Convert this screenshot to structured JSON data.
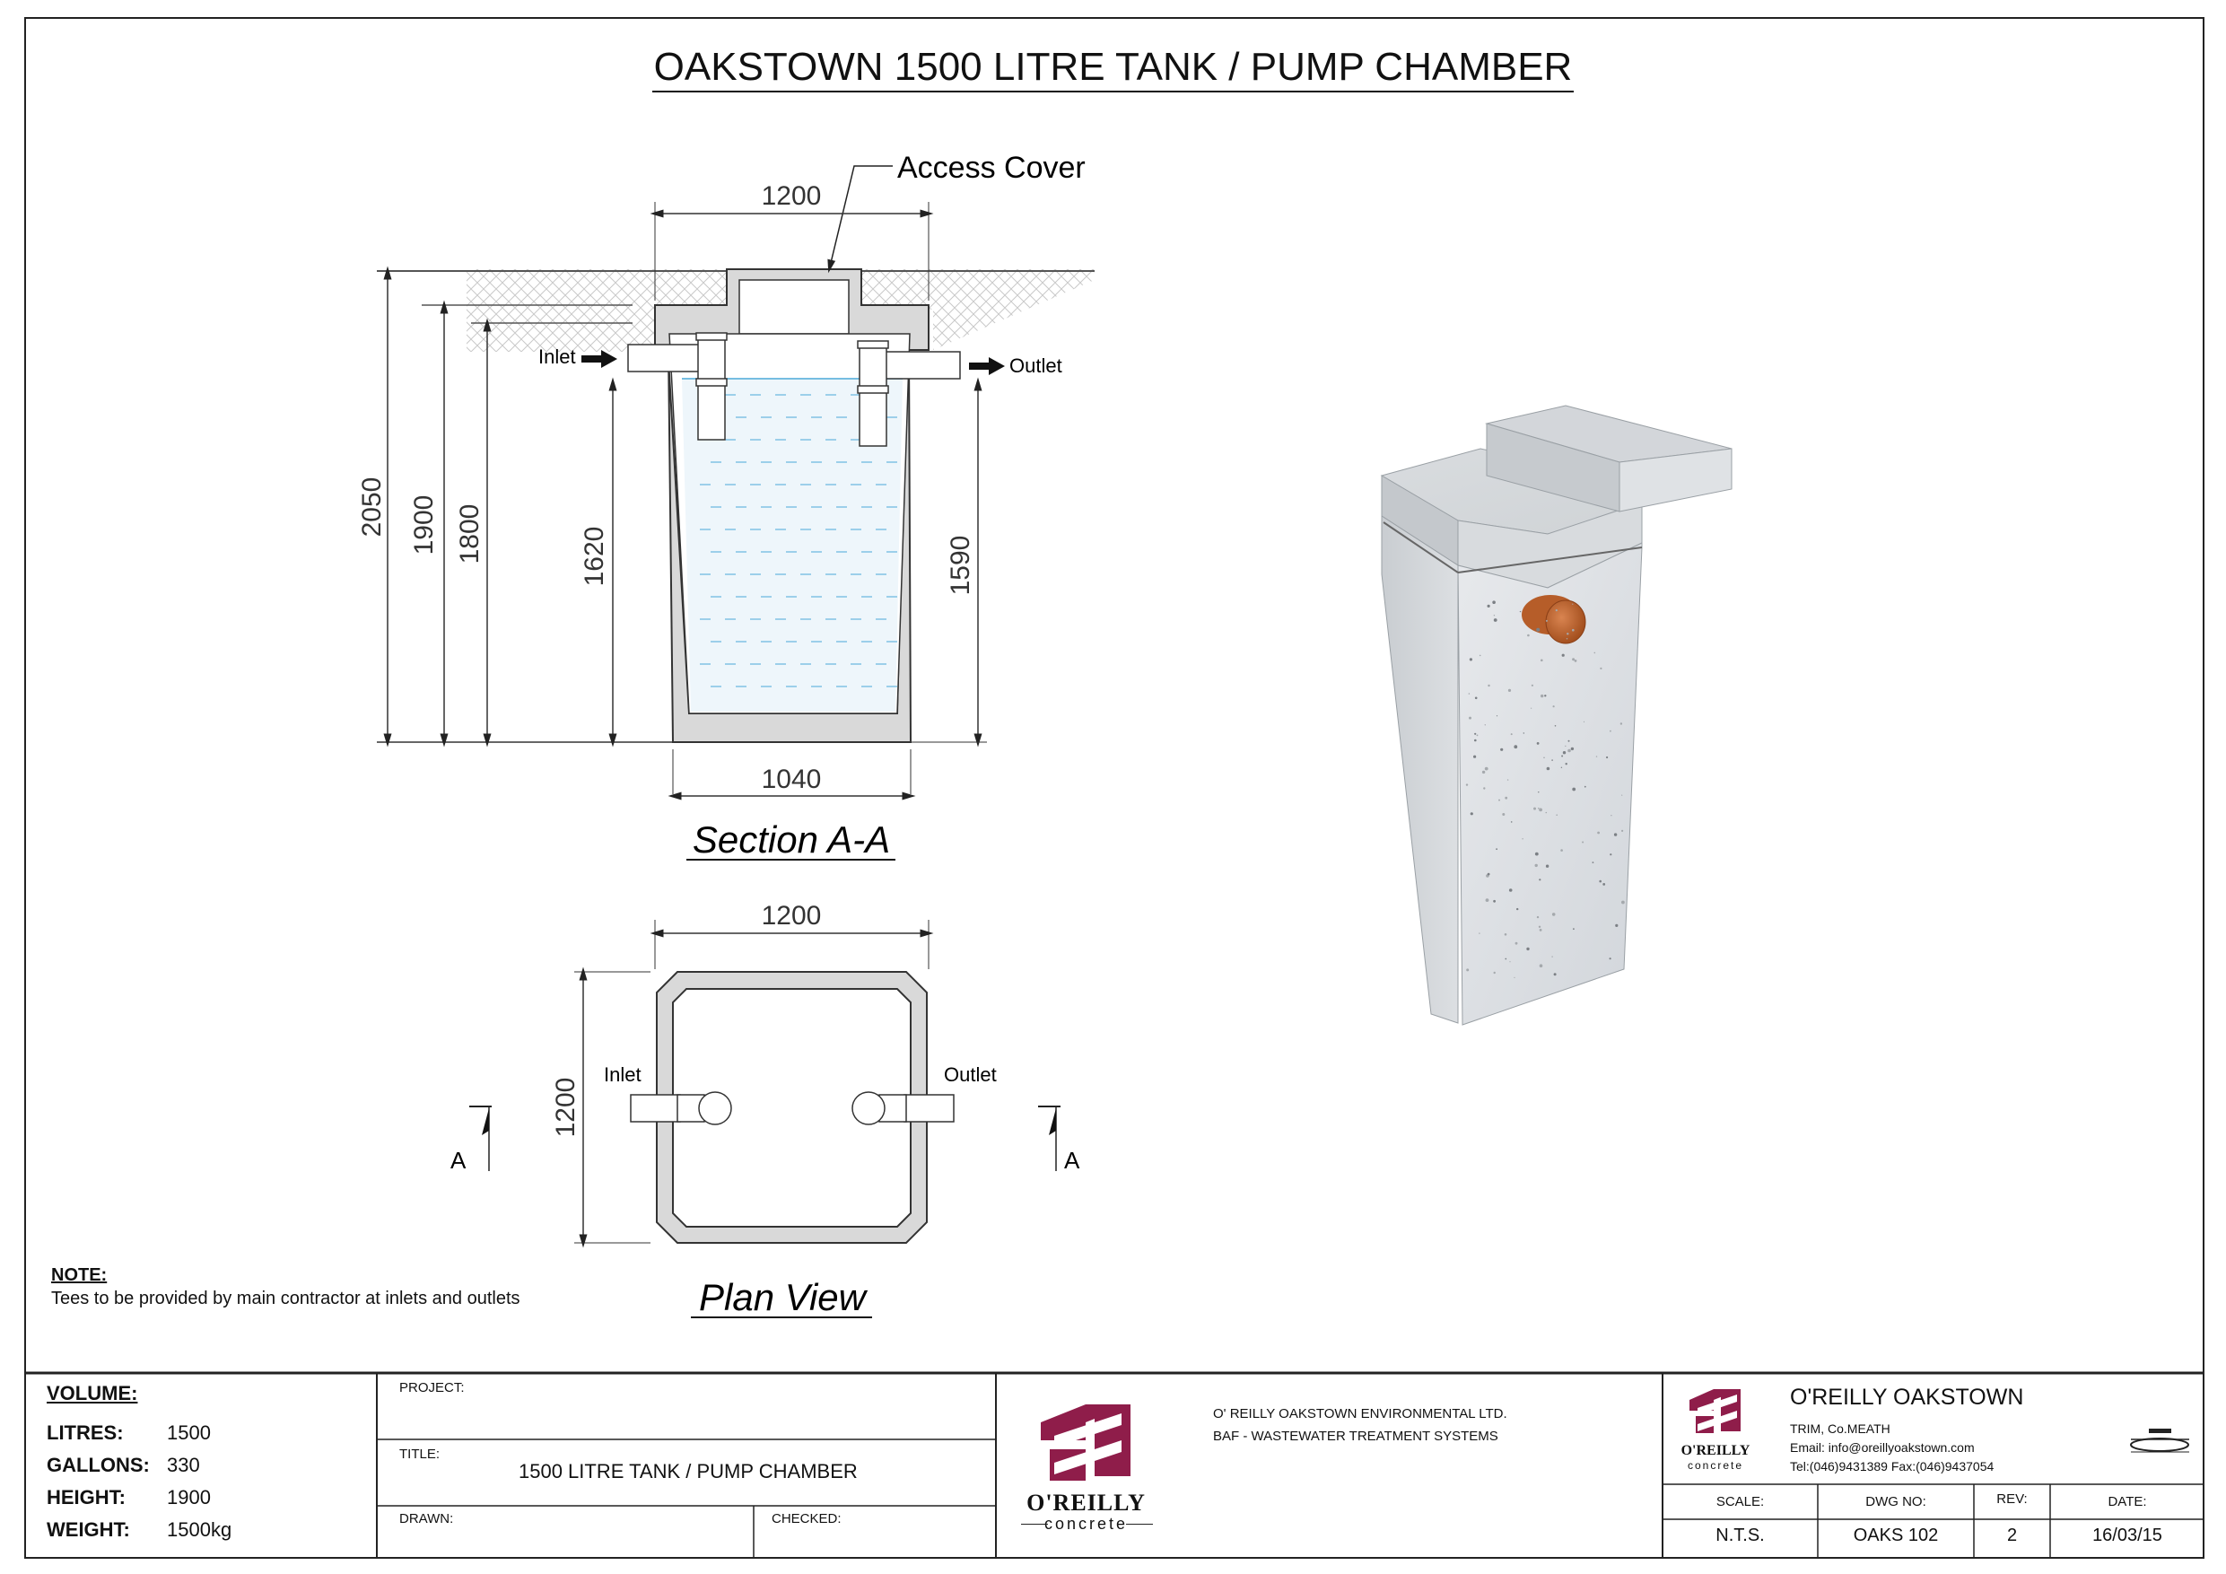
{
  "title": "OAKSTOWN 1500 LITRE TANK / PUMP CHAMBER",
  "section": {
    "caption": "Section A-A",
    "access_cover_label": "Access Cover",
    "inlet_label": "Inlet",
    "outlet_label": "Outlet",
    "dims": {
      "top_width": "1200",
      "bottom_width": "1040",
      "h_total": "2050",
      "h_1900": "1900",
      "h_1800": "1800",
      "h_inlet": "1620",
      "h_outlet": "1590"
    }
  },
  "plan": {
    "caption": "Plan View",
    "inlet_label": "Inlet",
    "outlet_label": "Outlet",
    "width": "1200",
    "depth": "1200",
    "section_mark_left": "A",
    "section_mark_right": "A"
  },
  "note": {
    "heading": "NOTE:",
    "text": "Tees to be provided by main contractor at inlets and outlets"
  },
  "title_block": {
    "volume_heading": "VOLUME:",
    "specs": [
      {
        "key": "LITRES:",
        "value": "1500"
      },
      {
        "key": "GALLONS:",
        "value": "330"
      },
      {
        "key": "HEIGHT:",
        "value": "1900"
      },
      {
        "key": "WEIGHT:",
        "value": "1500kg"
      }
    ],
    "project_label": "PROJECT:",
    "title_label": "TITLE:",
    "title_value": "1500 LITRE TANK / PUMP CHAMBER",
    "drawn_label": "DRAWN:",
    "checked_label": "CHECKED:",
    "logo_name": "O'REILLY",
    "logo_sub": "concrete",
    "company_line1": "O' REILLY OAKSTOWN ENVIRONMENTAL LTD.",
    "company_line2": "BAF - WASTEWATER TREATMENT SYSTEMS",
    "company_name": "O'REILLY OAKSTOWN",
    "address": "TRIM, Co.MEATH",
    "email": "Email: info@oreillyoakstown.com",
    "phone": "Tel:(046)9431389  Fax:(046)9437054",
    "scale_label": "SCALE:",
    "scale_value": "N.T.S.",
    "dwg_label": "DWG NO:",
    "dwg_value": "OAKS 102",
    "rev_label": "REV:",
    "rev_value": "2",
    "date_label": "DATE:",
    "date_value": "16/03/15"
  },
  "colors": {
    "logo": "#8f1d4a",
    "water": "#4aa8d8",
    "pipe": "#c0622f",
    "concrete": "#d8dbdf"
  }
}
